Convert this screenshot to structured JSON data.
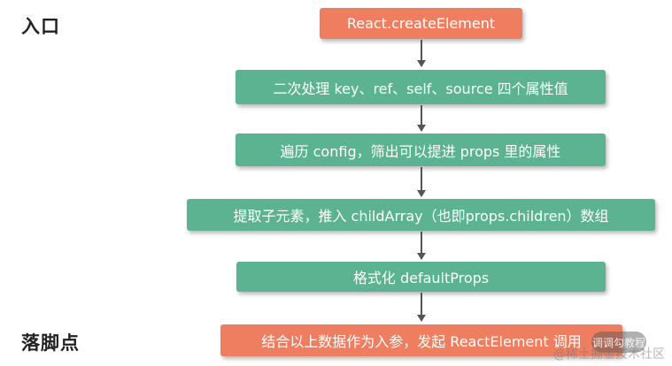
{
  "labels": {
    "entry": "入口",
    "exit": "落脚点"
  },
  "steps": [
    {
      "text": "React.createElement",
      "color": "#ef7e61"
    },
    {
      "text": "二次处理 key、ref、self、source 四个属性值",
      "color": "#5bb391"
    },
    {
      "text": "遍历 config，筛出可以提进 props 里的属性",
      "color": "#5bb391"
    },
    {
      "text": "提取子元素，推入 childArray（也即props.children）数组",
      "color": "#5bb391"
    },
    {
      "text": "格式化 defaultProps",
      "color": "#5bb391"
    },
    {
      "text": "结合以上数据作为入参，发起 ReactElement 调用",
      "color": "#ef7e61"
    }
  ],
  "watermark": {
    "badge": "调调勾教程",
    "text": "@稀土掘金技术社区"
  }
}
